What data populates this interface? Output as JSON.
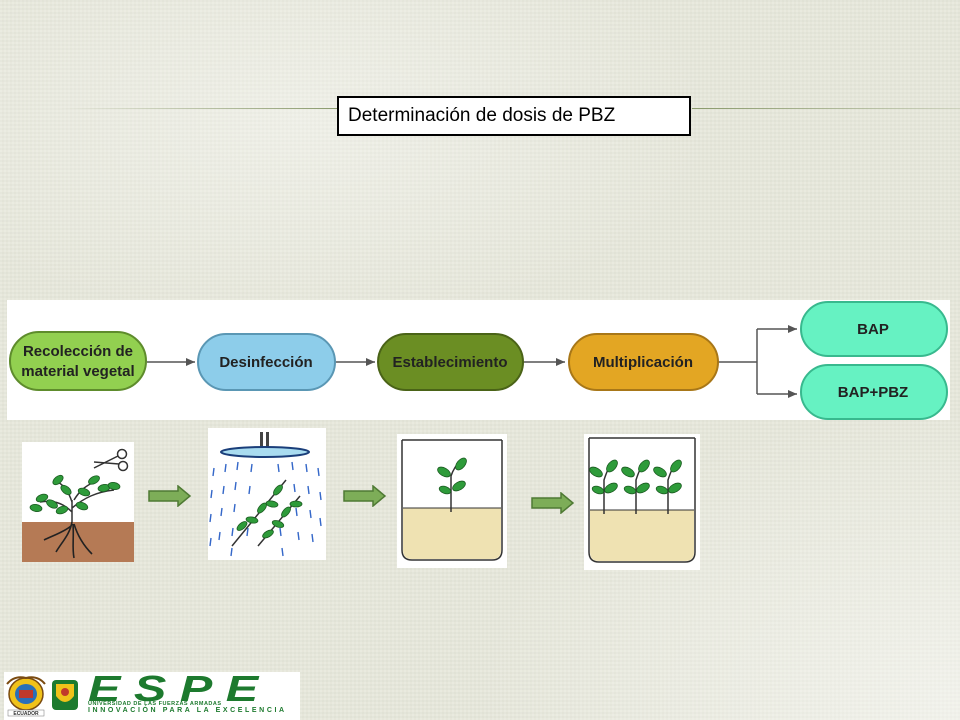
{
  "title": "Determinación de dosis de PBZ",
  "flowchart": {
    "nodes": [
      {
        "id": "recoleccion",
        "lines": [
          "Recolección de",
          "material vegetal"
        ],
        "color": "#92d050"
      },
      {
        "id": "desinfeccion",
        "lines": [
          "Desinfección"
        ],
        "color": "#8dcdea"
      },
      {
        "id": "establecimiento",
        "lines": [
          "Establecimiento"
        ],
        "color": "#6b8e23"
      },
      {
        "id": "multiplicacion",
        "lines": [
          "Multiplicación"
        ],
        "color": "#e3a623"
      },
      {
        "id": "bap",
        "lines": [
          "BAP"
        ],
        "color": "#66f2c2"
      },
      {
        "id": "bap-pbz",
        "lines": [
          "BAP+PBZ"
        ],
        "color": "#66f2c2"
      }
    ]
  },
  "illustrations": [
    "plant-cutting",
    "disinfection-shower",
    "tube-single-plant",
    "tube-multiple-plants"
  ],
  "logo": {
    "wordmark": "ESPE",
    "subtitle": "UNIVERSIDAD DE LAS FUERZAS ARMADAS",
    "tagline": "INNOVACIÓN PARA LA EXCELENCIA",
    "crest_label": "ECUADOR",
    "color": "#1d7a2e"
  }
}
